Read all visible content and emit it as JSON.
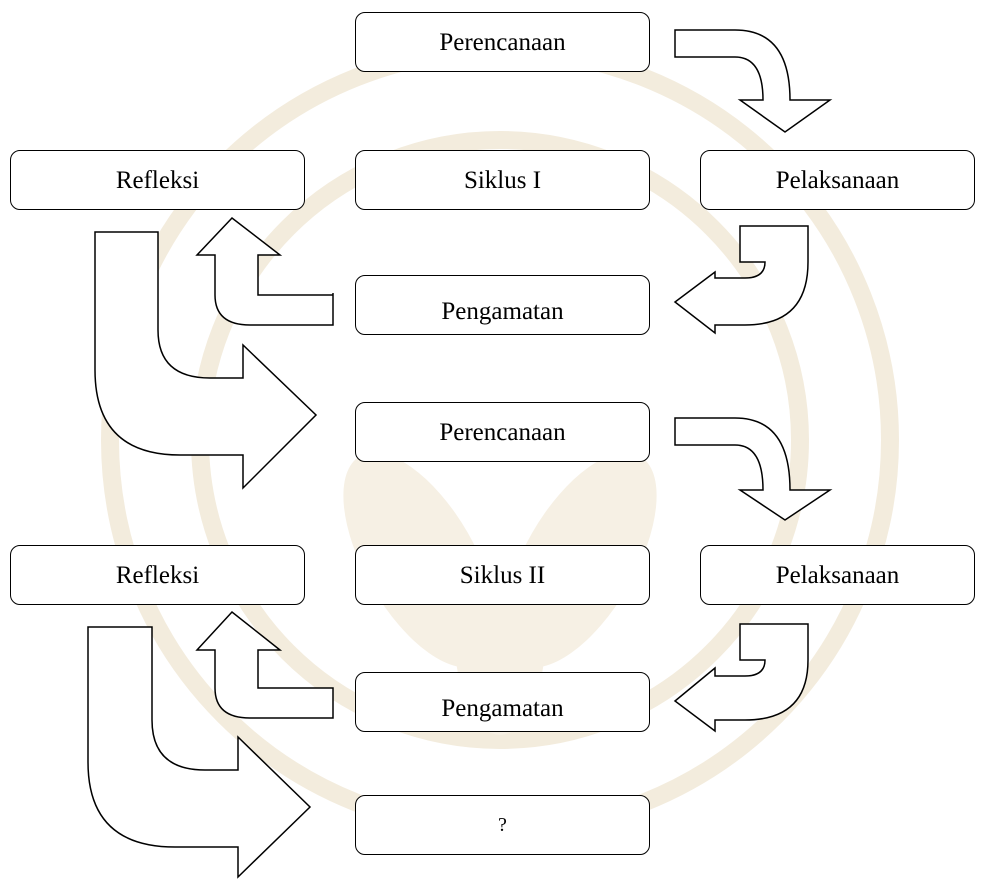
{
  "cycle1": {
    "planning": "Perencanaan",
    "acting": "Pelaksanaan",
    "observing": "Pengamatan",
    "reflecting": "Refleksi",
    "label": "Siklus I"
  },
  "cycle2": {
    "planning": "Perencanaan",
    "acting": "Pelaksanaan",
    "observing": "Pengamatan",
    "reflecting": "Refleksi",
    "label": "Siklus II"
  },
  "next_step": "?",
  "colors": {
    "stroke": "#000000",
    "background": "#ffffff",
    "watermark": "#f3ecdd"
  }
}
